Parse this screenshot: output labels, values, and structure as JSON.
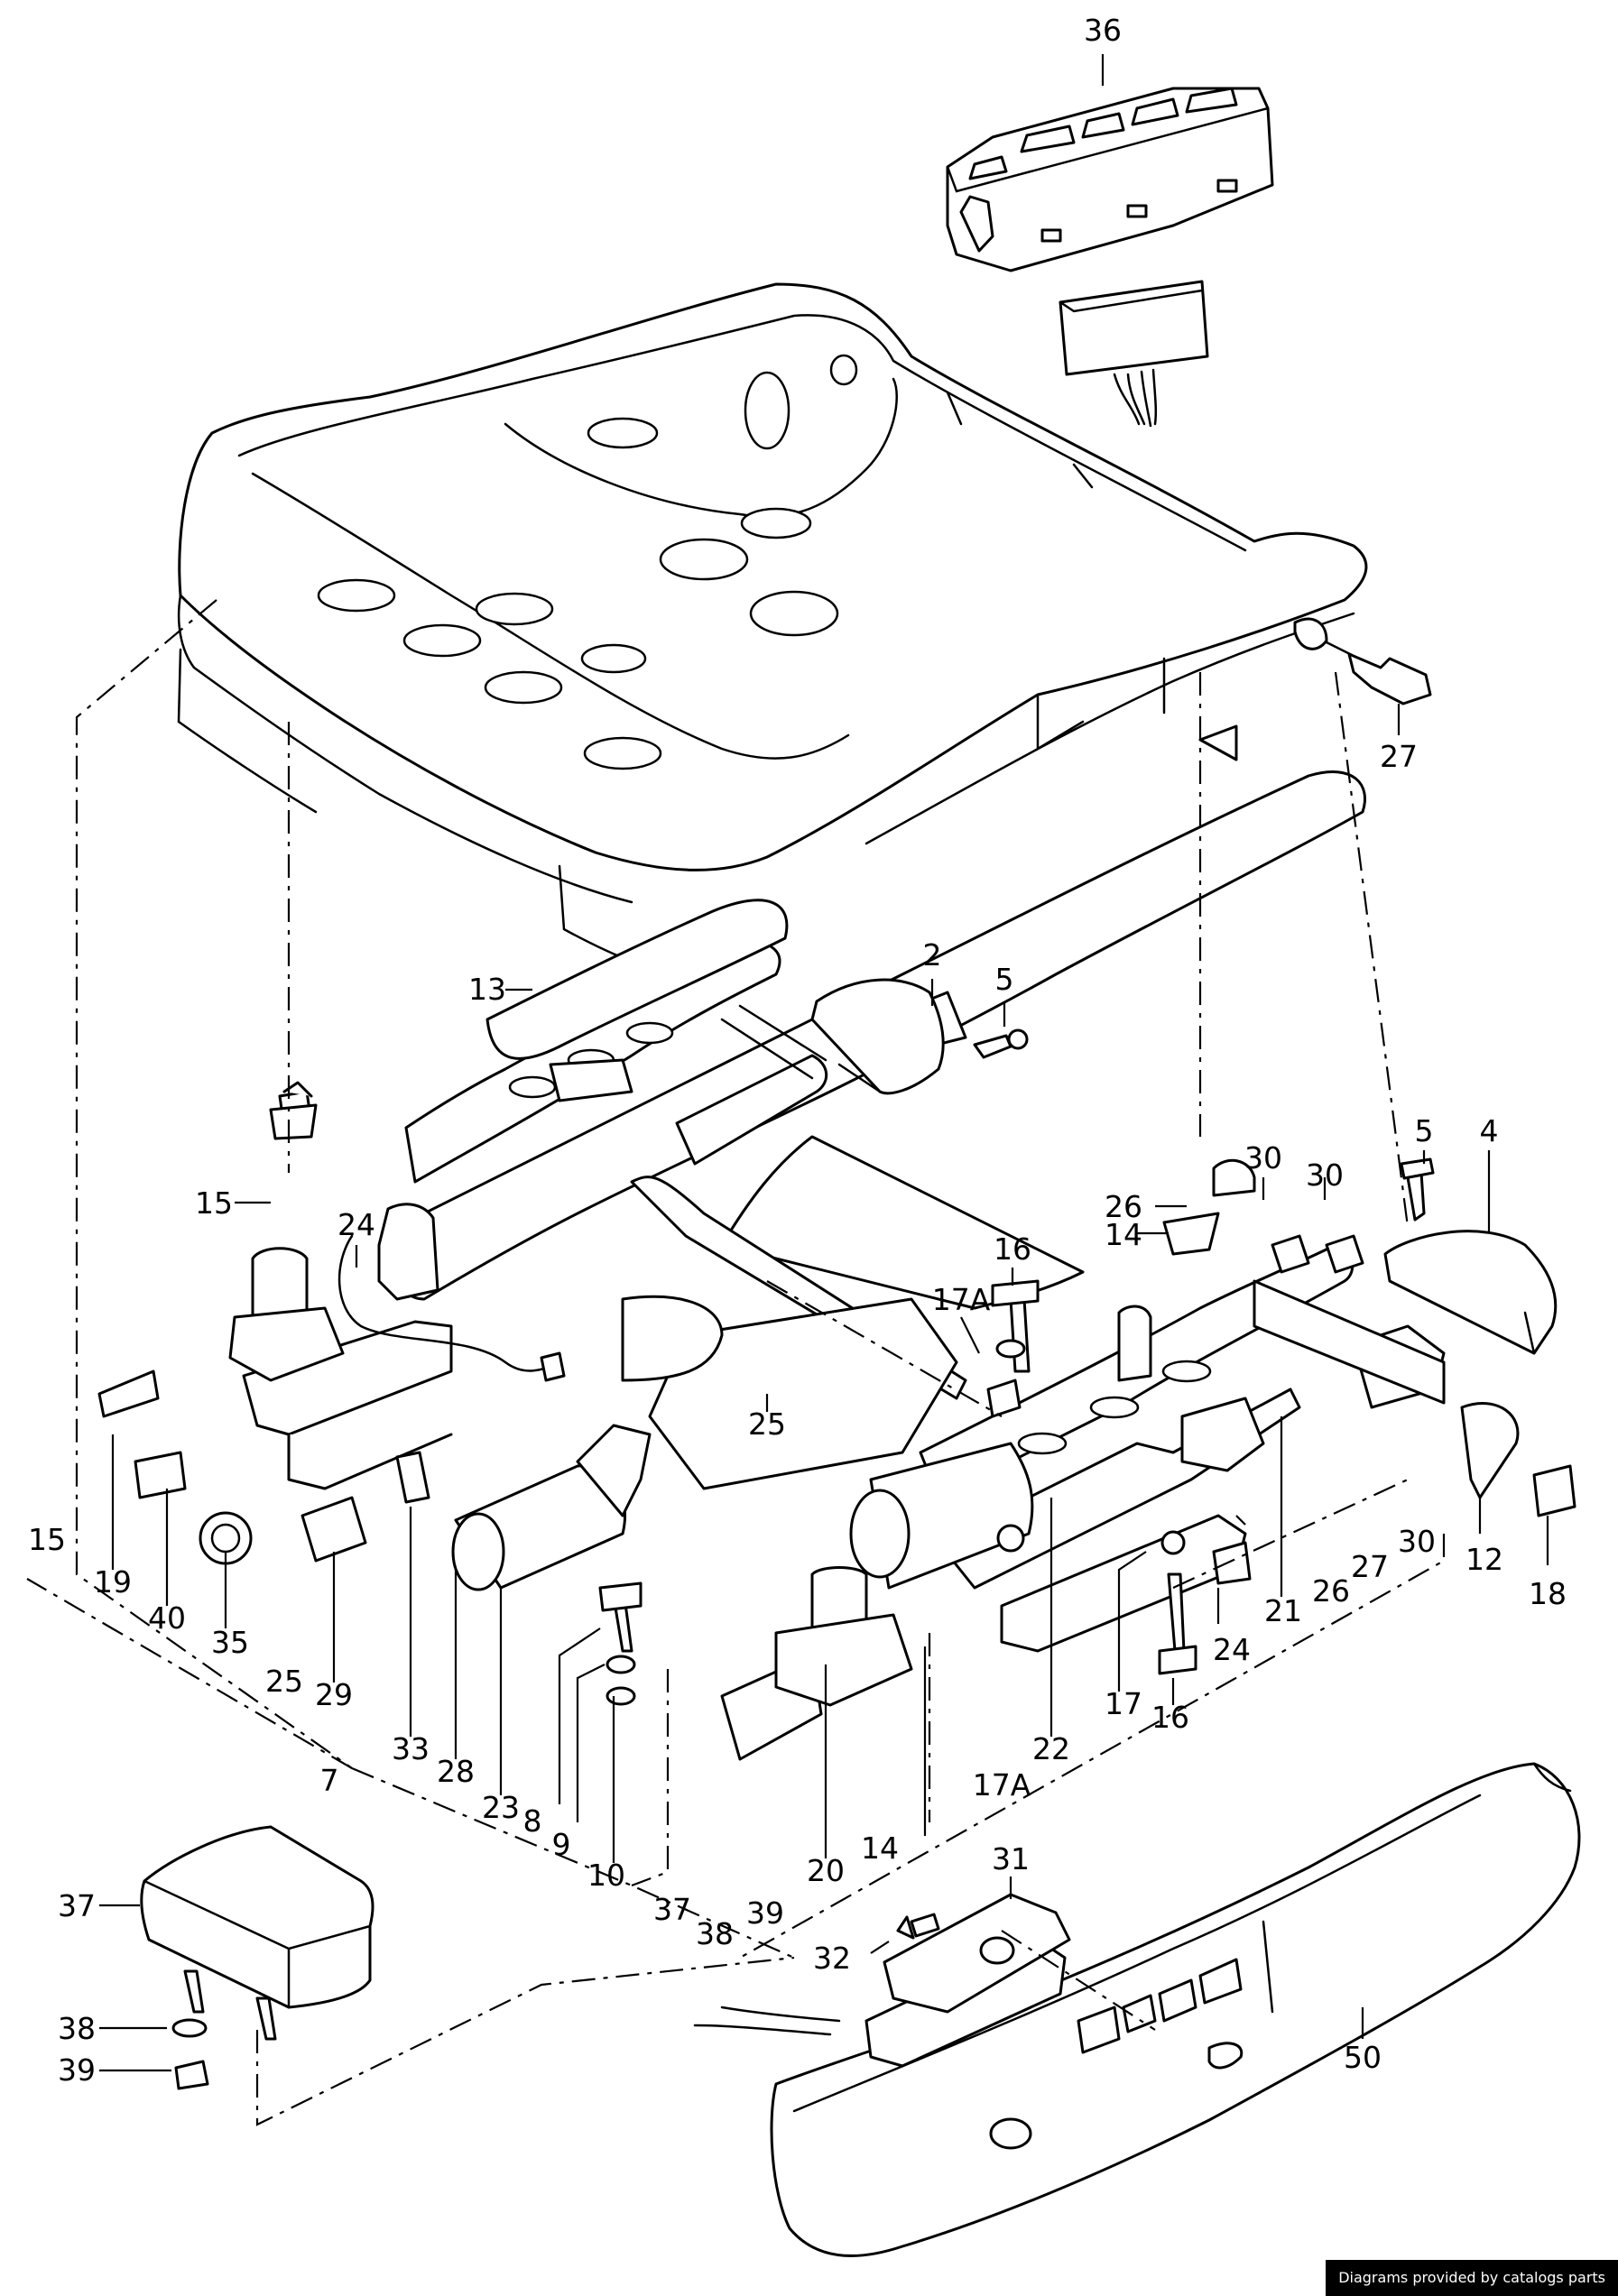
{
  "diagram": {
    "callouts": {
      "n36": "36",
      "n27_top": "27",
      "n2": "2",
      "n5_top": "5",
      "n13": "13",
      "n26_mid": "26",
      "n30_a": "30",
      "n30_b": "30",
      "n5_right": "5",
      "n4": "4",
      "n14_mid": "14",
      "n16_top": "16",
      "n17a_top": "17A",
      "n15_top": "15",
      "n24_top": "24",
      "n25_mid": "25",
      "n15_left": "15",
      "n19": "19",
      "n40": "40",
      "n35": "35",
      "n25_low": "25",
      "n29": "29",
      "n7": "7",
      "n33": "33",
      "n28": "28",
      "n23": "23",
      "n8": "8",
      "n9": "9",
      "n10": "10",
      "n37_mid": "37",
      "n38_mid": "38",
      "n39_mid": "39",
      "n20": "20",
      "n14_low": "14",
      "n17a_low": "17A",
      "n22": "22",
      "n17": "17",
      "n16_low": "16",
      "n24_low": "24",
      "n21": "21",
      "n26_low": "26",
      "n27_low": "27",
      "n30_low": "30",
      "n12": "12",
      "n18": "18",
      "n31": "31",
      "n32": "32",
      "n50": "50",
      "n37_left": "37",
      "n38_left": "38",
      "n39_left": "39"
    }
  },
  "footer": {
    "credit": "Diagrams provided by catalogs parts"
  }
}
